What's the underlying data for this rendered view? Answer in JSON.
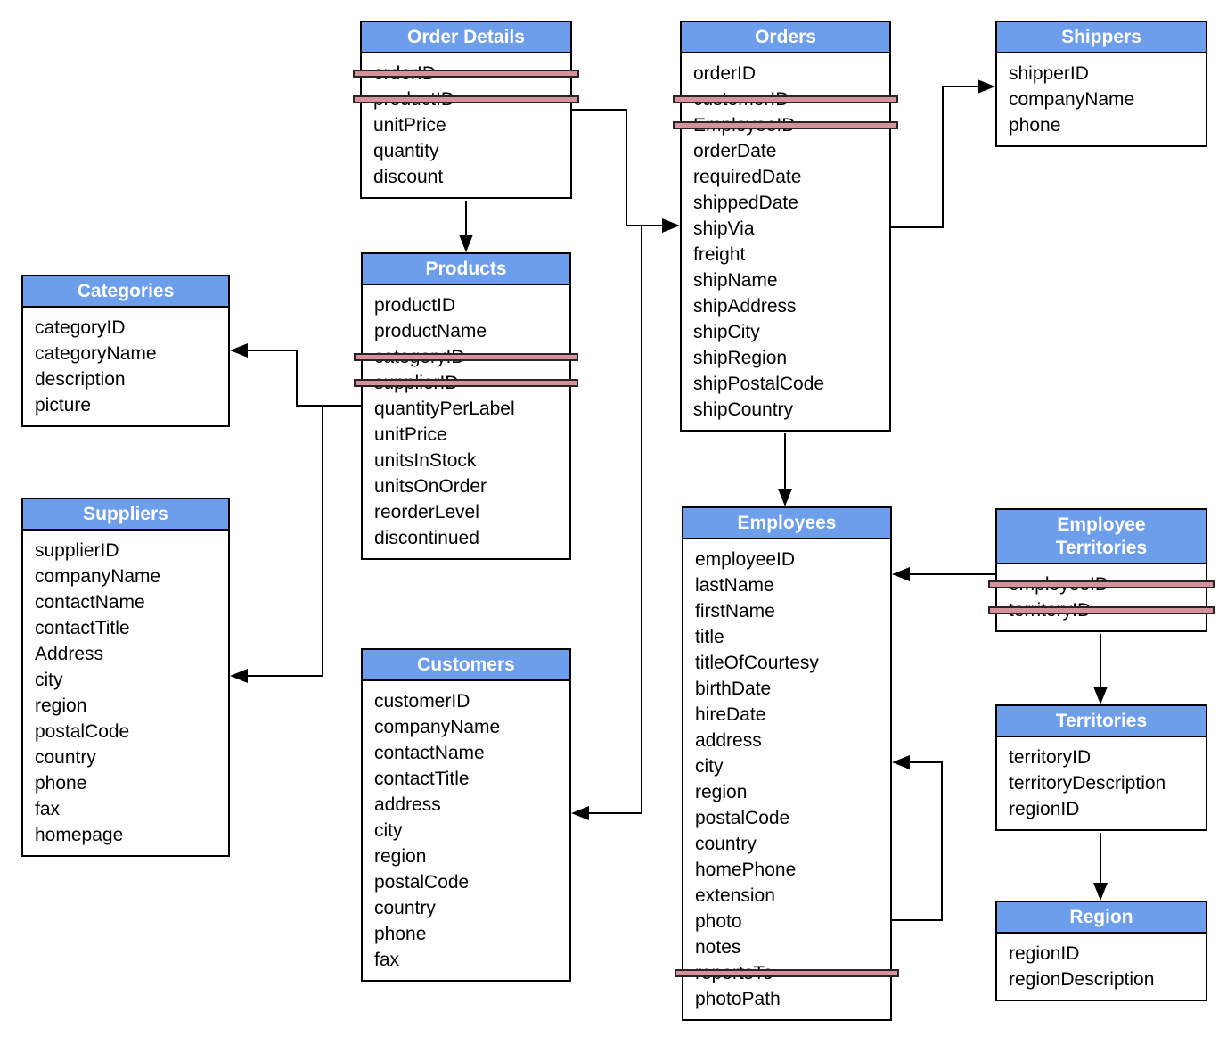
{
  "diagram": {
    "kind": "database-schema-diagram",
    "colors": {
      "background": "#ffffff",
      "header_bg": "#6d9eeb",
      "header_text": "#ffffff",
      "table_border": "#000000",
      "field_text": "#000000",
      "strike_fill": "#d4939b",
      "strike_border": "#2b2326",
      "connector": "#000000"
    },
    "tables": [
      {
        "id": "order-details",
        "title": "Order Details",
        "fields": [
          {
            "name": "orderID",
            "struck": true
          },
          {
            "name": "productID",
            "struck": true
          },
          {
            "name": "unitPrice",
            "struck": false
          },
          {
            "name": "quantity",
            "struck": false
          },
          {
            "name": "discount",
            "struck": false
          }
        ]
      },
      {
        "id": "orders",
        "title": "Orders",
        "fields": [
          {
            "name": "orderID",
            "struck": false
          },
          {
            "name": "customerID",
            "struck": true
          },
          {
            "name": "EmployeeID",
            "struck": true
          },
          {
            "name": "orderDate",
            "struck": false
          },
          {
            "name": "requiredDate",
            "struck": false
          },
          {
            "name": "shippedDate",
            "struck": false
          },
          {
            "name": "shipVia",
            "struck": false
          },
          {
            "name": "freight",
            "struck": false
          },
          {
            "name": "shipName",
            "struck": false
          },
          {
            "name": "shipAddress",
            "struck": false
          },
          {
            "name": "shipCity",
            "struck": false
          },
          {
            "name": "shipRegion",
            "struck": false
          },
          {
            "name": "shipPostalCode",
            "struck": false
          },
          {
            "name": "shipCountry",
            "struck": false
          }
        ]
      },
      {
        "id": "shippers",
        "title": "Shippers",
        "fields": [
          {
            "name": "shipperID",
            "struck": false
          },
          {
            "name": "companyName",
            "struck": false
          },
          {
            "name": "phone",
            "struck": false
          }
        ]
      },
      {
        "id": "categories",
        "title": "Categories",
        "fields": [
          {
            "name": "categoryID",
            "struck": false
          },
          {
            "name": "categoryName",
            "struck": false
          },
          {
            "name": "description",
            "struck": false
          },
          {
            "name": "picture",
            "struck": false
          }
        ]
      },
      {
        "id": "products",
        "title": "Products",
        "fields": [
          {
            "name": "productID",
            "struck": false
          },
          {
            "name": "productName",
            "struck": false
          },
          {
            "name": "categoryID",
            "struck": true
          },
          {
            "name": "supplierID",
            "struck": true
          },
          {
            "name": "quantityPerLabel",
            "struck": false
          },
          {
            "name": "unitPrice",
            "struck": false
          },
          {
            "name": "unitsInStock",
            "struck": false
          },
          {
            "name": "unitsOnOrder",
            "struck": false
          },
          {
            "name": "reorderLevel",
            "struck": false
          },
          {
            "name": "discontinued",
            "struck": false
          }
        ]
      },
      {
        "id": "suppliers",
        "title": "Suppliers",
        "fields": [
          {
            "name": "supplierID",
            "struck": false
          },
          {
            "name": "companyName",
            "struck": false
          },
          {
            "name": "contactName",
            "struck": false
          },
          {
            "name": "contactTitle",
            "struck": false
          },
          {
            "name": "Address",
            "struck": false
          },
          {
            "name": "city",
            "struck": false
          },
          {
            "name": "region",
            "struck": false
          },
          {
            "name": "postalCode",
            "struck": false
          },
          {
            "name": "country",
            "struck": false
          },
          {
            "name": "phone",
            "struck": false
          },
          {
            "name": "fax",
            "struck": false
          },
          {
            "name": "homepage",
            "struck": false
          }
        ]
      },
      {
        "id": "customers",
        "title": "Customers",
        "fields": [
          {
            "name": "customerID",
            "struck": false
          },
          {
            "name": "companyName",
            "struck": false
          },
          {
            "name": "contactName",
            "struck": false
          },
          {
            "name": "contactTitle",
            "struck": false
          },
          {
            "name": "address",
            "struck": false
          },
          {
            "name": "city",
            "struck": false
          },
          {
            "name": "region",
            "struck": false
          },
          {
            "name": "postalCode",
            "struck": false
          },
          {
            "name": "country",
            "struck": false
          },
          {
            "name": "phone",
            "struck": false
          },
          {
            "name": "fax",
            "struck": false
          }
        ]
      },
      {
        "id": "employees",
        "title": "Employees",
        "fields": [
          {
            "name": "employeeID",
            "struck": false
          },
          {
            "name": "lastName",
            "struck": false
          },
          {
            "name": "firstName",
            "struck": false
          },
          {
            "name": "title",
            "struck": false
          },
          {
            "name": "titleOfCourtesy",
            "struck": false
          },
          {
            "name": "birthDate",
            "struck": false
          },
          {
            "name": "hireDate",
            "struck": false
          },
          {
            "name": "address",
            "struck": false
          },
          {
            "name": "city",
            "struck": false
          },
          {
            "name": "region",
            "struck": false
          },
          {
            "name": "postalCode",
            "struck": false
          },
          {
            "name": "country",
            "struck": false
          },
          {
            "name": "homePhone",
            "struck": false
          },
          {
            "name": "extension",
            "struck": false
          },
          {
            "name": "photo",
            "struck": false
          },
          {
            "name": "notes",
            "struck": false
          },
          {
            "name": "reportsTo",
            "struck": true
          },
          {
            "name": "photoPath",
            "struck": false
          }
        ]
      },
      {
        "id": "employee-territories",
        "title": "Employee\nTerritories",
        "fields": [
          {
            "name": "employeeID",
            "struck": true
          },
          {
            "name": "territoryID",
            "struck": true
          }
        ]
      },
      {
        "id": "territories",
        "title": "Territories",
        "fields": [
          {
            "name": "territoryID",
            "struck": false
          },
          {
            "name": "territoryDescription",
            "struck": false
          },
          {
            "name": "regionID",
            "struck": false
          }
        ]
      },
      {
        "id": "region",
        "title": "Region",
        "fields": [
          {
            "name": "regionID",
            "struck": false
          },
          {
            "name": "regionDescription",
            "struck": false
          }
        ]
      }
    ],
    "relationships": [
      {
        "id": "order-details-to-products",
        "from": "Order Details",
        "to": "Products"
      },
      {
        "id": "order-details-to-orders",
        "from": "Order Details",
        "to": "Orders"
      },
      {
        "id": "orders-to-customers",
        "from": "Orders",
        "to": "Customers"
      },
      {
        "id": "products-to-categories",
        "from": "Products",
        "to": "Categories"
      },
      {
        "id": "products-to-suppliers",
        "from": "Products",
        "to": "Suppliers"
      },
      {
        "id": "orders-to-shippers",
        "from": "Orders",
        "to": "Shippers"
      },
      {
        "id": "orders-to-employees",
        "from": "Orders",
        "to": "Employees"
      },
      {
        "id": "employee-territories-to-employees",
        "from": "Employee Territories",
        "to": "Employees"
      },
      {
        "id": "employees-reports-to-self",
        "from": "Employees",
        "to": "Employees"
      },
      {
        "id": "employee-territories-to-territories",
        "from": "Employee Territories",
        "to": "Territories"
      },
      {
        "id": "territories-to-region",
        "from": "Territories",
        "to": "Region"
      }
    ]
  }
}
